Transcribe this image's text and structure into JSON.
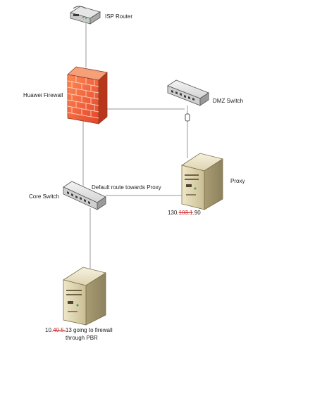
{
  "diagram": {
    "nodes": {
      "isp_router": {
        "label": "ISP Router",
        "icon": "router-icon"
      },
      "huawei_firewall": {
        "label": "Huawei Firewall",
        "icon": "firewall-icon",
        "color": "#e8552f"
      },
      "dmz_switch": {
        "label": "DMZ Switch",
        "icon": "switch-icon"
      },
      "core_switch": {
        "label": "Core Switch",
        "icon": "switch-icon"
      },
      "proxy": {
        "label": "Proxy",
        "icon": "server-icon",
        "ip": {
          "prefix": "130.",
          "redacted": "103.1",
          "suffix": ".90"
        }
      },
      "client": {
        "icon": "server-icon",
        "ip": {
          "prefix": "10.",
          "redacted": "40.5.",
          "suffix": "13 going to firewall"
        },
        "note": "through PBR"
      }
    },
    "edges": {
      "core_to_proxy": {
        "label": "Default route towards Proxy"
      }
    },
    "colors": {
      "link": "#9a9a9a",
      "redaction": "#c62828"
    }
  }
}
